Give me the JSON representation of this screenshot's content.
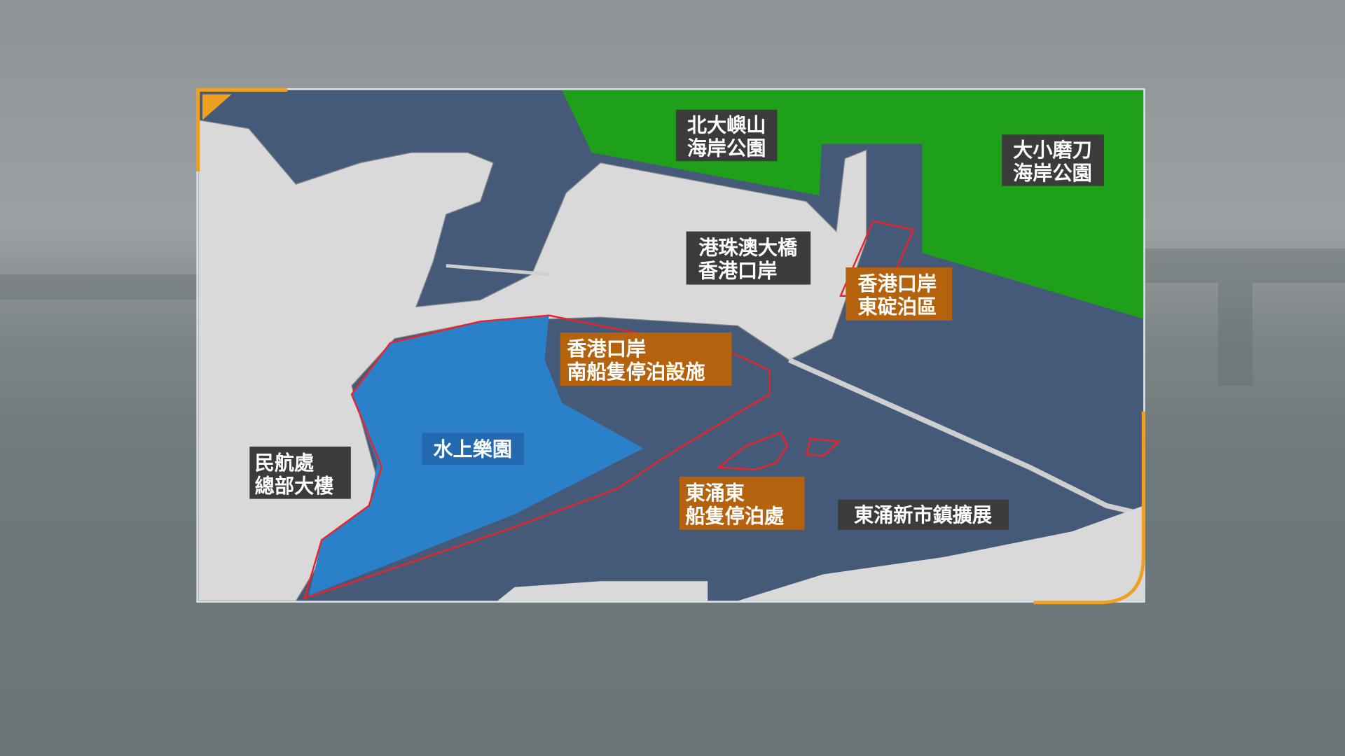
{
  "map": {
    "colors": {
      "water": "#455a78",
      "land": "#d9d9d9",
      "marine_park": "#1ea01a",
      "water_park": "#2a80c9",
      "proposed_area_outline": "#e8232a",
      "orange_label": "#b5620f",
      "dark_label": "#3b3b3b",
      "frame_accent": "#f0a020"
    },
    "labels": {
      "north_lantau_park": {
        "line1": "北大嶼山",
        "line2": "海岸公園"
      },
      "brothers_park": {
        "line1": "大小磨刀",
        "line2": "海岸公園"
      },
      "hzmb_port": {
        "line1": "港珠澳大橋",
        "line2": "香港口岸"
      },
      "east_anchorage": {
        "line1": "香港口岸",
        "line2": "東碇泊區"
      },
      "south_berthing": {
        "line1": "香港口岸",
        "line2": "南船隻停泊設施"
      },
      "water_park": {
        "line1": "水上樂園"
      },
      "cad_hq": {
        "line1": "民航處",
        "line2": "總部大樓"
      },
      "tung_chung_east_berth": {
        "line1": "東涌東",
        "line2": "船隻停泊處"
      },
      "tung_chung_extension": {
        "line1": "東涌新市鎮擴展"
      }
    }
  }
}
